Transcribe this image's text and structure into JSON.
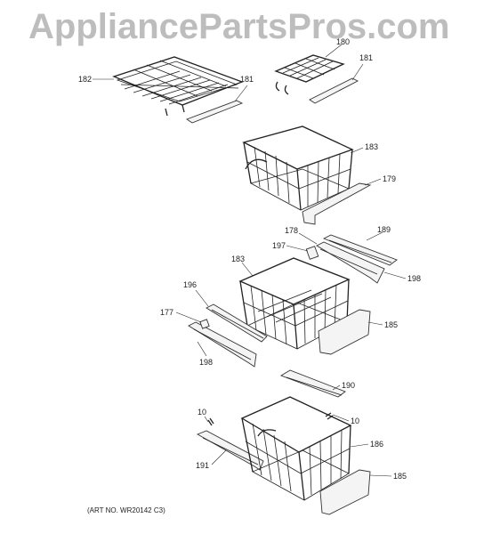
{
  "watermark": "AppliancePartsPros.com",
  "art_number": "(ART NO. WR20142 C3)",
  "callouts": {
    "c182": "182",
    "c181a": "181",
    "c180": "180",
    "c181b": "181",
    "c183a": "183",
    "c179": "179",
    "c178": "178",
    "c189": "189",
    "c197": "197",
    "c198a": "198",
    "c183b": "183",
    "c196": "196",
    "c177": "177",
    "c185a": "185",
    "c198b": "198",
    "c190": "190",
    "c10a": "10",
    "c10b": "10",
    "c186": "186",
    "c191": "191",
    "c185b": "185"
  }
}
